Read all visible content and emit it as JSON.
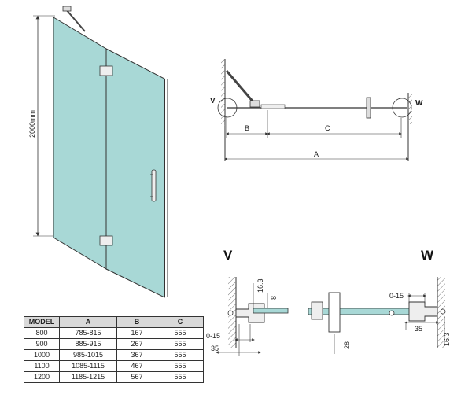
{
  "height_label": "2000mm",
  "top_view": {
    "label_v": "V",
    "label_w": "W",
    "dim_a": "A",
    "dim_b": "B",
    "dim_c": "C"
  },
  "detail_v": {
    "title": "V",
    "dims": {
      "d163": "16.3",
      "d8": "8",
      "d015": "0-15",
      "d35": "35"
    }
  },
  "detail_w": {
    "title": "W",
    "dims": {
      "d015": "0-15",
      "d35": "35",
      "d28": "28",
      "d163": "16.3"
    }
  },
  "table": {
    "headers": [
      "MODEL",
      "A",
      "B",
      "C"
    ],
    "rows": [
      [
        "800",
        "785-815",
        "167",
        "555"
      ],
      [
        "900",
        "885-915",
        "267",
        "555"
      ],
      [
        "1000",
        "985-1015",
        "367",
        "555"
      ],
      [
        "1100",
        "1085-1115",
        "467",
        "555"
      ],
      [
        "1200",
        "1185-1215",
        "567",
        "555"
      ]
    ]
  },
  "colors": {
    "glass": "#a8d8d6",
    "line": "#333333",
    "hatch": "#777777"
  }
}
